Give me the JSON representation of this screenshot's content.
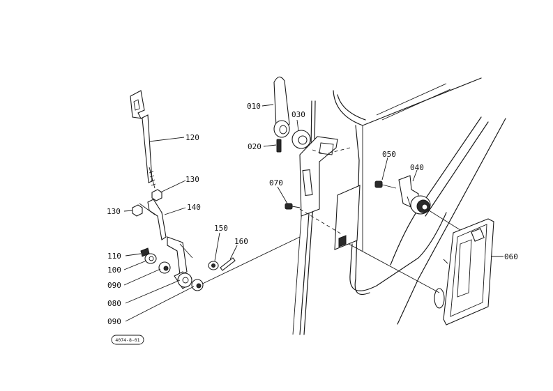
{
  "callouts": {
    "c010": "010",
    "c020": "020",
    "c030": "030",
    "c040": "040",
    "c050": "050",
    "c060": "060",
    "c070": "070",
    "c080": "080",
    "c090a": "090",
    "c090b": "090",
    "c100": "100",
    "c110": "110",
    "c120": "120",
    "c130a": "130",
    "c130b": "130",
    "c140": "140",
    "c150": "150",
    "c160": "160"
  },
  "drawing_code": "4074-8-01"
}
